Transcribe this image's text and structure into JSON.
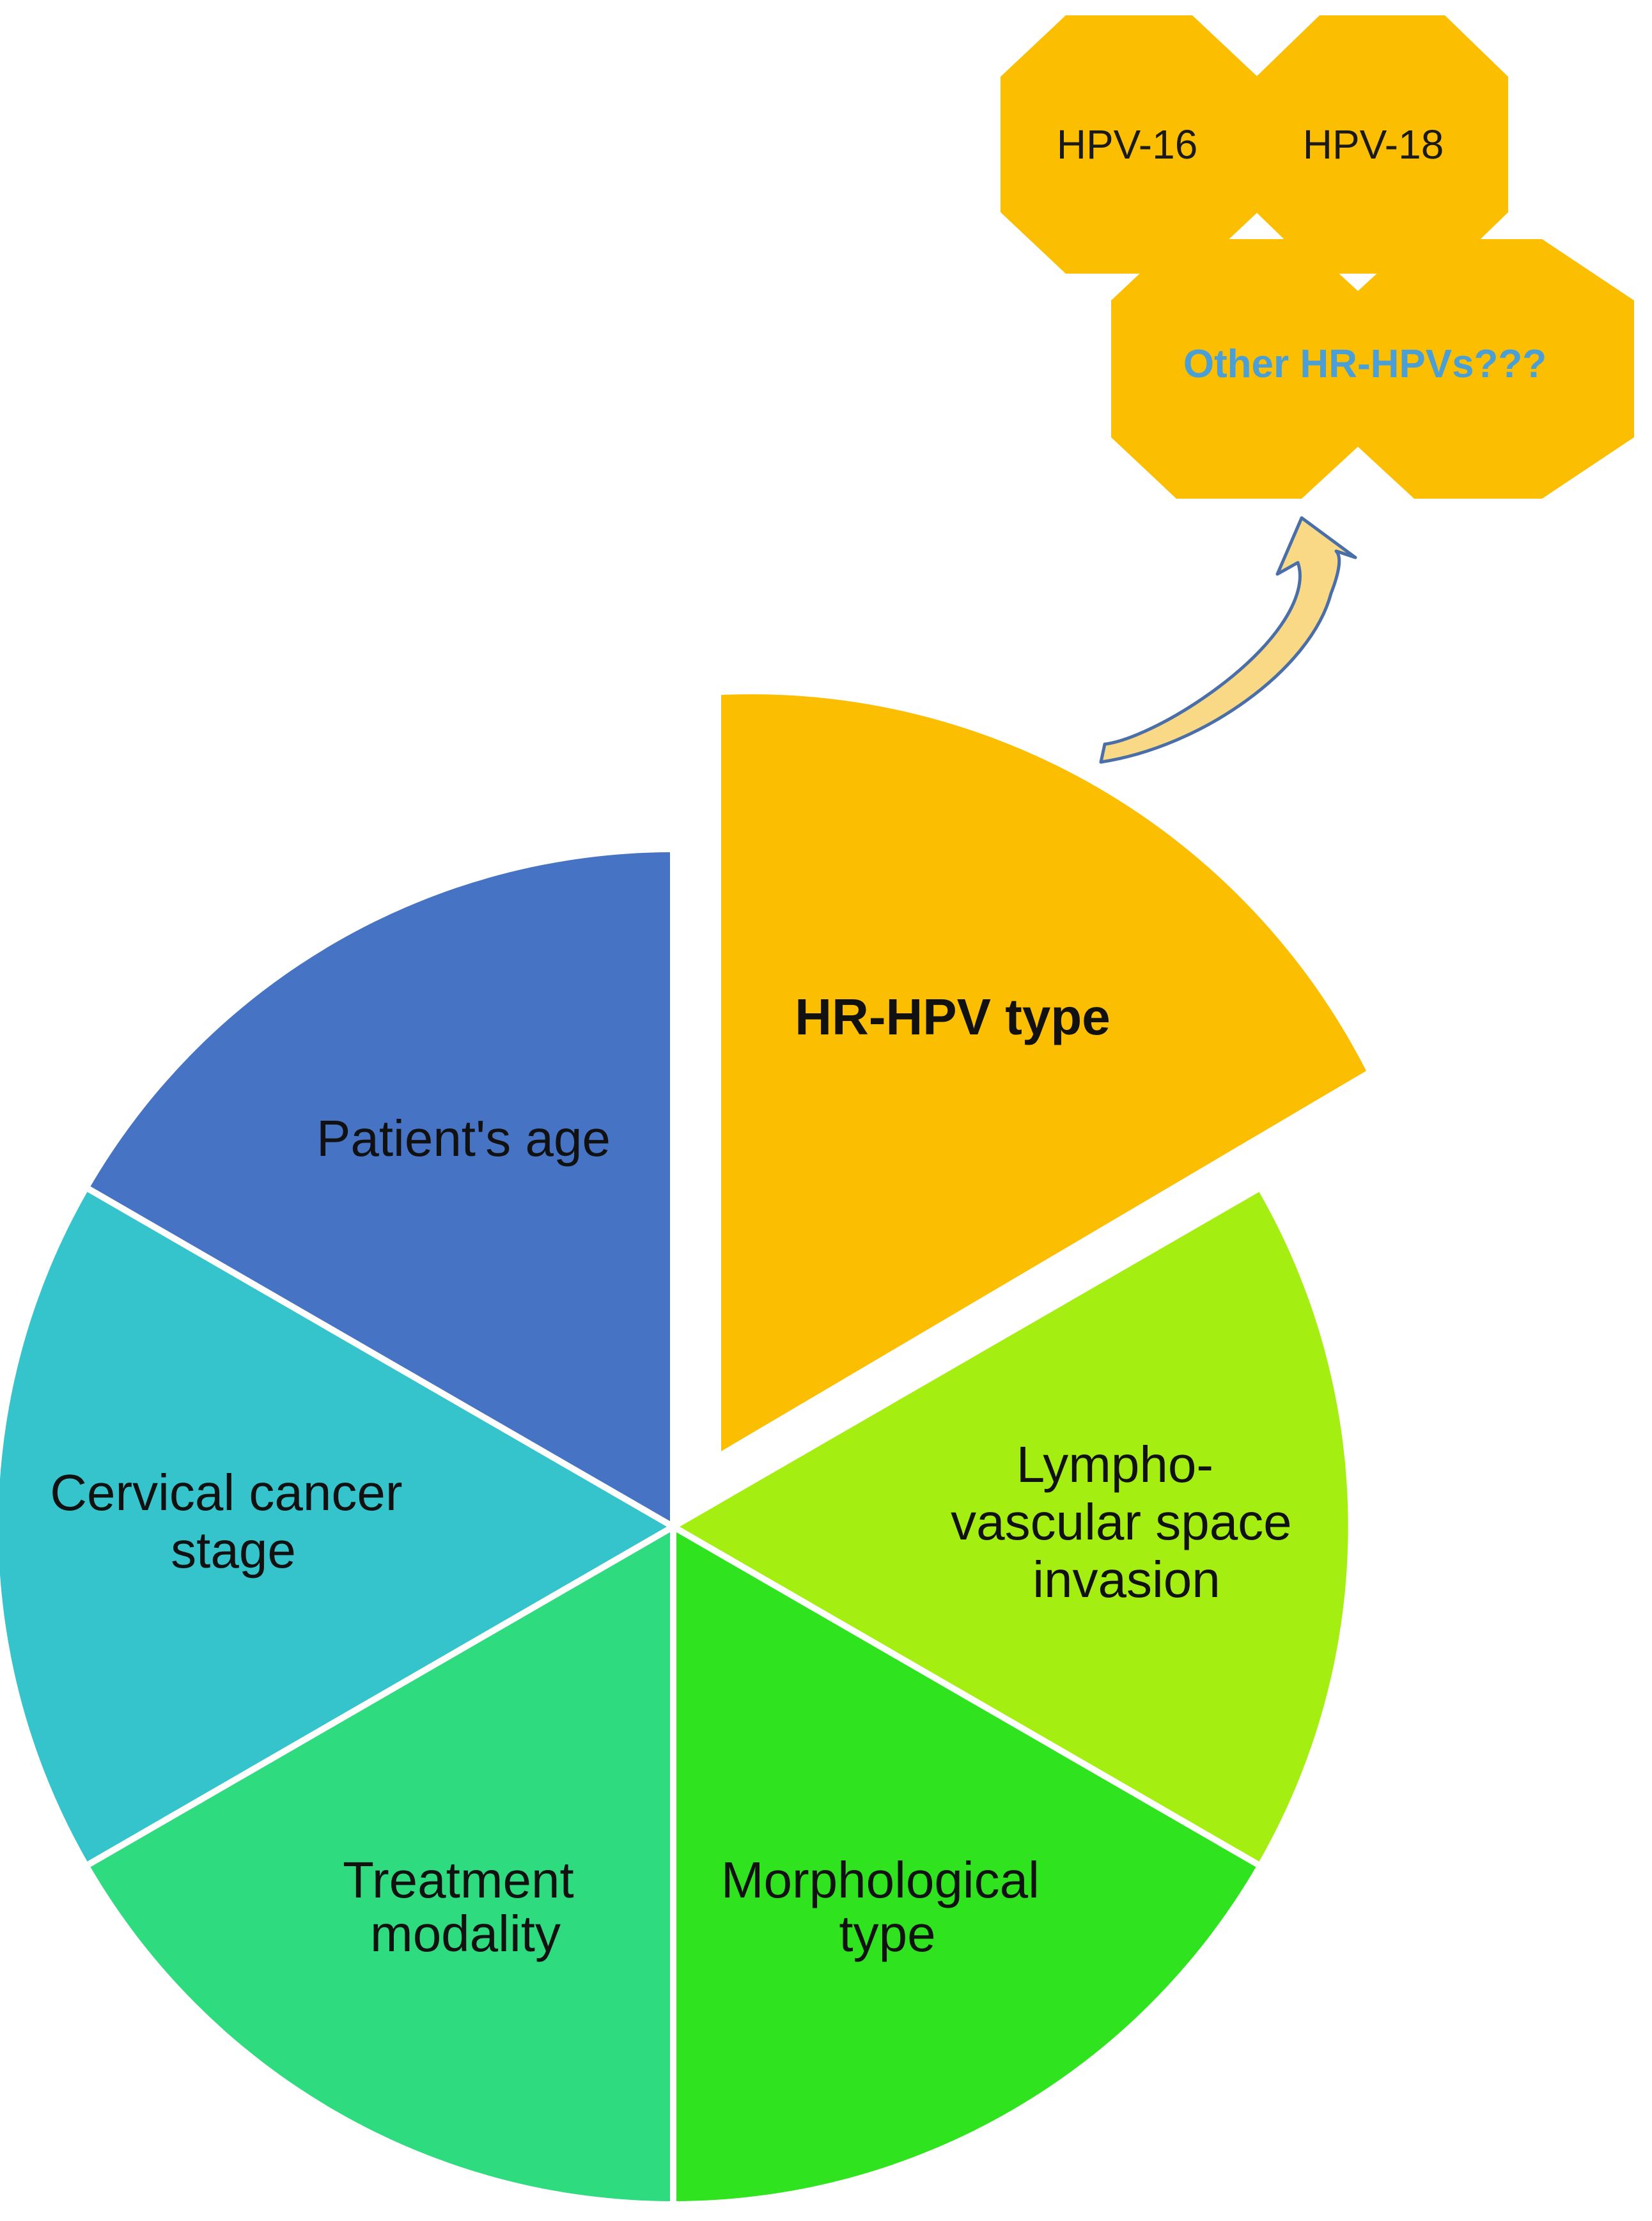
{
  "segments": {
    "hr_hpv_type": {
      "label": "HR-HPV type",
      "color": "#fbbe00"
    },
    "lymphovascular": {
      "line1": "Lympho-",
      "line2": "vascular space",
      "line3": "invasion",
      "color": "#a5ee12"
    },
    "morphological": {
      "line1": "Morphological",
      "line2": "type",
      "color": "#2fe41e"
    },
    "treatment": {
      "line1": "Treatment",
      "line2": "modality",
      "color": "#2fdb7f"
    },
    "cervical": {
      "line1": "Cervical cancer",
      "line2": "stage",
      "color": "#36c4cc"
    },
    "age": {
      "label": "Patient's age",
      "color": "#4673c4"
    }
  },
  "hexagons": {
    "hpv16": {
      "label": "HPV-16"
    },
    "hpv18": {
      "label": "HPV-18"
    },
    "other": {
      "label": "Other HR-HPVs???",
      "color": "#4a9fd6"
    },
    "fill": "#fbbe00"
  },
  "arrow": {
    "fill": "#f9d985",
    "stroke": "#4a6fa8",
    "icon": "curved-arrow-icon"
  }
}
